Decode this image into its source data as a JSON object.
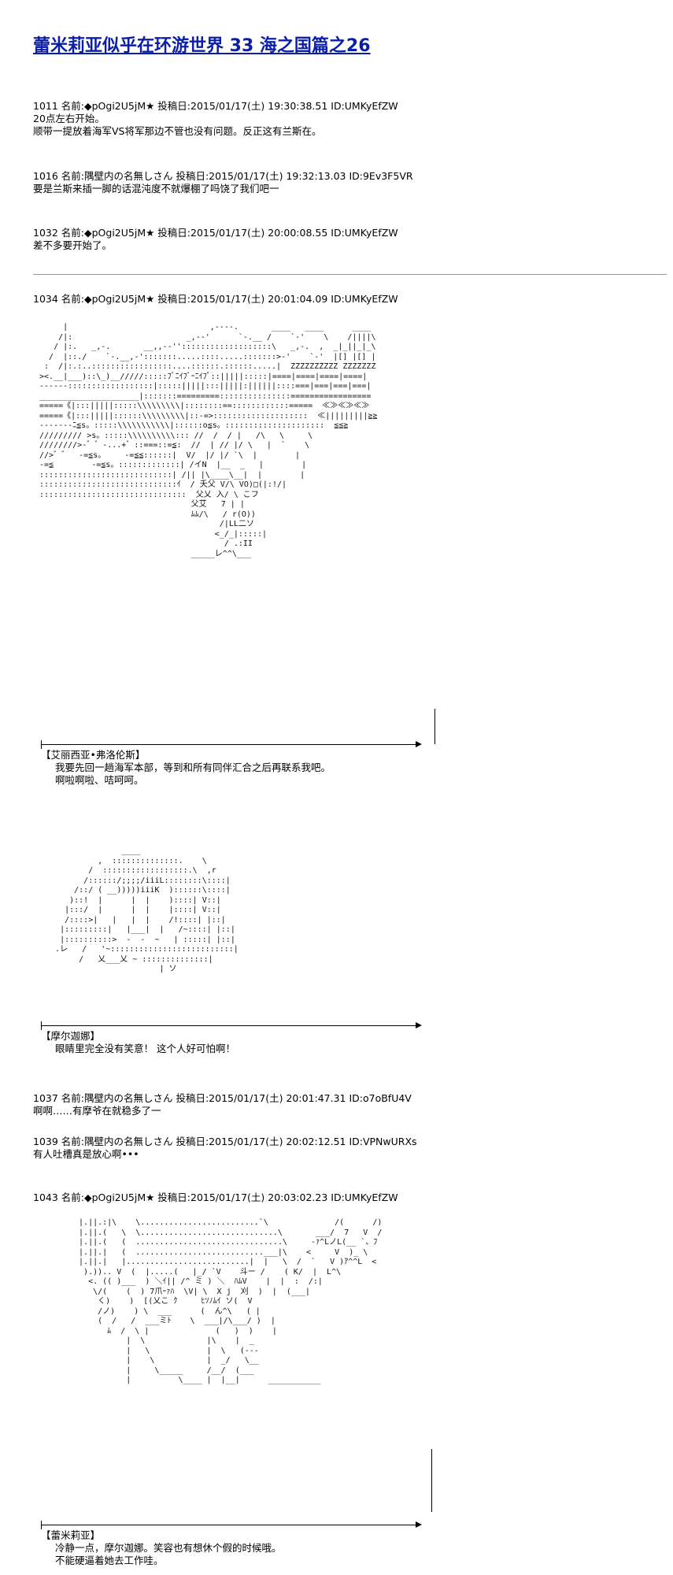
{
  "title": "蕾米莉亚似乎在环游世界 33 海之国篇之26",
  "posts": [
    {
      "header": "1011 名前:◆pOgi2U5jM★ 投稿日:2015/01/17(土) 19:30:38.51 ID:UMKyEfZW",
      "lines": [
        "20点左右开始。",
        "顺带一提放着海军VS将军那边不管也没有问题。反正这有兰斯在。"
      ]
    },
    {
      "header": "1016 名前:隅壁内の名無しさん 投稿日:2015/01/17(土) 19:32:13.03 ID:9Ev3F5VR",
      "lines": [
        "要是兰斯来插一脚的话混沌度不就爆棚了吗饶了我们吧一"
      ]
    },
    {
      "header": "1032 名前:◆pOgi2U5jM★ 投稿日:2015/01/17(土) 20:00:08.55 ID:UMKyEfZW",
      "lines": [
        "差不多要开始了。"
      ]
    },
    {
      "header": "1034 名前:◆pOgi2U5jM★ 投稿日:2015/01/17(土) 20:01:04.09 ID:UMKyEfZW",
      "lines": []
    },
    {
      "header": "1037 名前:隅壁内の名無しさん 投稿日:2015/01/17(土) 20:01:47.31 ID:o7oBfU4V",
      "lines": [
        "啊啊……有摩爷在就稳多了一"
      ]
    },
    {
      "header": "1039 名前:隅壁内の名無しさん 投稿日:2015/01/17(土) 20:02:12.51 ID:VPNwURXs",
      "lines": [
        "有人吐槽真是放心啊•••"
      ]
    },
    {
      "header": "1043 名前:◆pOgi2U5jM★ 投稿日:2015/01/17(土) 20:03:02.23 ID:UMKyEfZW",
      "lines": []
    }
  ],
  "dialogues": [
    {
      "speaker": "【艾丽西亚•弗洛伦斯】",
      "lines": [
        "我要先回一趟海军本部，等到和所有同伴汇合之后再联系我吧。",
        "啊啦啊啦、咭呵呵。"
      ]
    },
    {
      "speaker": "【摩尔迦娜】",
      "lines": [
        "眼睛里完全没有笑意！  这个人好可怕啊！"
      ]
    },
    {
      "speaker": "【蕾米莉亚】",
      "lines": [
        "冷静一点，摩尔迦娜。笑容也有想休个假的时候哦。",
        "不能硬逼着她去工作哇。"
      ]
    }
  ],
  "ascii_art": {
    "scene1": "      |                              ,----.       ____   ____      ____\n     /|:                        _,--'      `-.__ /    `-'    \\    /||||\\\n    / |:.   _,-.       __,,--'':::::::::::::::::::\\   _,-.  ,  _|_||_|_\\\n   /  |::./    `-.__,-':::::::.....::::.....:::::::>-'    `-'  |[] |[] |\n  :  /|:.:..:::::::::::::::::....::::::.::::::.....|  ZZZZZZZZZZ ZZZZZZZ\n ><.__|___)::\\_)__/////:::::ﾌﾞﾆｲﾌﾞｰﾆｲﾌﾟ::|||||:::::|====|====|====|====|\n ------::::::::::::::::::|:::::|||||:::|||||:||||||::::===|===|===|===|\n _____________________|:::::::=========:::::::::::::::=================\n =====《|:::|||||:::::\\\\\\\\\\\\\\\\\\|::::::::==::::::::::::=====  ≪≫≪≫≪≫\n =====《|:::|||||::::::\\\\\\\\\\\\\\\\\\|::-=>::::::::::::::::::::  ≪|||||||||≧≧\n -------ﾆ≦s。:::::\\\\\\\\\\\\\\\\\\\\\\|::::::o≦s。:::::::::::::::::::::  ≦≦≧\n ///////// >s。:::::\\\\\\\\\\\\\\\\\\\\::: //  /  / |   /\\   \\     \\\n ////////>-゛゛-...+゛::===::=≦:  //  | // |/ \\   |  `    \\\n //>゛゛  -=≦s。    -=≦≦::::::|  V/  |/ |/ `\\  |        |\n -=≦        -=≦s。:::::::::::::| /イN  |__  _   |        |\n ::::::::::::::::::::::::::::| /|| |\\____\\__|  |        |\n :::::::::::::::::::::::::::::ｲ  / 夭父 V/\\ VO)□(|:!/|\n :::::::::::::::::::::::::::::::  父乂 入/ \\ こフ\n                                 父艾   7 | |\n                                 ﾑﾑ/\\   / r(O))\n                                       /|LL二ソ\n                                      <_/_|:::::|\n                                        / .:ΙΙ\n                                 _____レ^^\\___",
    "scene2": "                 ____\n            ,  ::::::::::::::.    \\\n          /  ::::::::::::::::::.\\  ,r\n         /::::::/;;;;/iiiL::::::::\\::::|\n       /::/ ( __)))))iiiK  )::::::\\::::|\n      )::!  |      |  |    )::::| V::|\n     |:::/  |      |  |    |::::| V::|\n     /::::>|   |   |  |    /!::::| |::|\n    |:::::::::|   |___|  |   /~::::| |::|\n    |::::::::::>  -  -  ~   | :::::| |::|\n   .レ   /   '~::::::::::::::::::::::::::|\n        /   乂___乂 ~ ::::::::::::::|\n                         | ソ",
    "scene3": "  |.||.:|\\    \\.........................`\\              /(      /)\n  |.||.(   \\  \\.............................\\       ___/  7   V  /\n  |.||.(   (  ...............................\\     -ｧ^LノL(__ `、ﾌ\n  |.||.|   (  ...........................___|\\    <     V  )_ \\\n  |.||.|   |..........................|  |   \\  /  `   V )ｱ^^L  <\n   ).)).. V  (  |.....(   |_/ `V    斗ー /    ( K/  |  L^\\\n    <. (( )___  ) ＼ｲ|| /^ ミ ) ＼  ﾊﾑV    |  |  :  /:|\n     \\/(    (  ) 7爪ｰｧﾊ  \\V| \\  X j  刈  )  |  (___|\n      く)    )  [(乂こ ｸ     ﾋｿﾉﾑｲ ソ(  V\n      /ノ)    ) \\  ___      (  ん^\\   ( |\n      (  /   /  ___ミﾄ    \\  ___|/\\___/ )  |\n        ﾑ  /  \\ |              (   )  )    |\n            |  \\             |\\    |  _\n            |   \\            |  \\   (---\n            |    \\           |  _/   \\__\n            |     \\_____     /__/  (___\n            |          \\____ |  |__|      ___________"
  },
  "colors": {
    "title": "#0a1ea8"
  }
}
